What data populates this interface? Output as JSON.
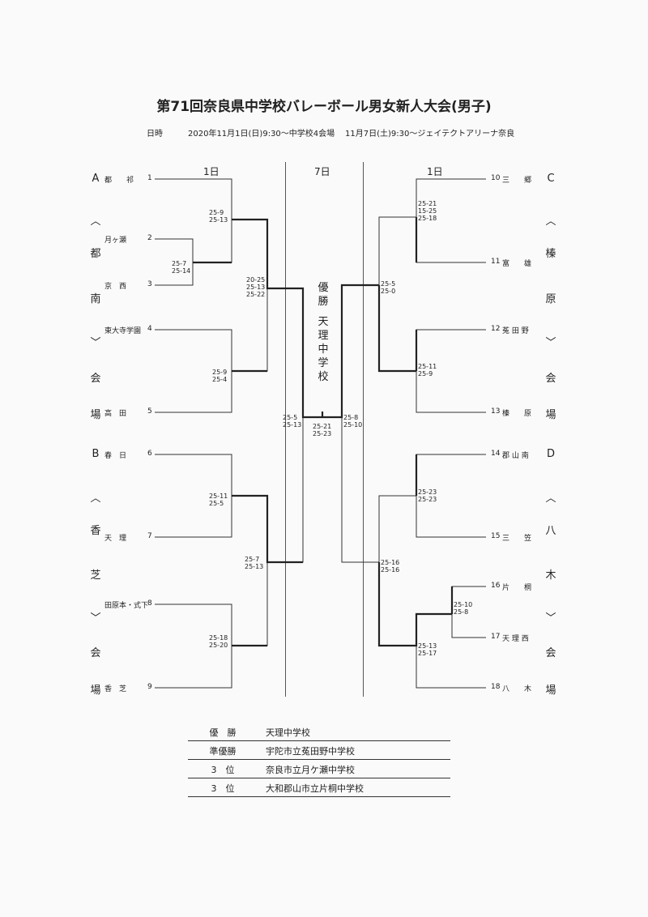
{
  "title": "第71回奈良県中学校バレーボール男女新人大会(男子)",
  "schedule": {
    "label": "日時",
    "day1": "2020年11月1日(日)9:30〜中学校4会場",
    "day7": "11月7日(土)9:30〜ジェイテクトアリーナ奈良"
  },
  "columns": {
    "left": "1日",
    "center": "7日",
    "right": "1日"
  },
  "zones": {
    "A": [
      "A",
      "︿",
      "都",
      "南",
      "﹀",
      "会",
      "場"
    ],
    "B": [
      "B",
      "︿",
      "香",
      "芝",
      "﹀",
      "会",
      "場"
    ],
    "C": [
      "C",
      "︿",
      "榛",
      "原",
      "﹀",
      "会",
      "場"
    ],
    "D": [
      "D",
      "︿",
      "八",
      "木",
      "﹀",
      "会",
      "場"
    ]
  },
  "teams_left": [
    {
      "name": "都　　祁",
      "no": "1"
    },
    {
      "name": "月ヶ瀬",
      "no": "2"
    },
    {
      "name": "京　西",
      "no": "3"
    },
    {
      "name": "東大寺学園",
      "no": "4"
    },
    {
      "name": "高　田",
      "no": "5"
    },
    {
      "name": "春　日",
      "no": "6"
    },
    {
      "name": "天　理",
      "no": "7"
    },
    {
      "name": "田原本・式下",
      "no": "8"
    },
    {
      "name": "香　芝",
      "no": "9"
    }
  ],
  "teams_right": [
    {
      "no": "10",
      "name": "三　　郷"
    },
    {
      "no": "11",
      "name": "富　　雄"
    },
    {
      "no": "12",
      "name": "菟 田 野"
    },
    {
      "no": "13",
      "name": "榛　　原"
    },
    {
      "no": "14",
      "name": "郡 山 南"
    },
    {
      "no": "15",
      "name": "三　　笠"
    },
    {
      "no": "16",
      "name": "片　　桐"
    },
    {
      "no": "17",
      "name": "天 理 西"
    },
    {
      "no": "18",
      "name": "八　　木"
    }
  ],
  "scores": {
    "a_2_3": "25-7\n25-14",
    "a_1_23": "25-9\n25-13",
    "a_4_5": "25-9\n25-4",
    "a_final": "20-25\n25-13\n25-22",
    "b_6_7": "25-11\n25-5",
    "b_8_9": "25-18\n25-20",
    "b_final": "25-7\n25-13",
    "c_10_11": "25-21\n15-25\n25-18",
    "c_12_13": "25-11\n25-9",
    "c_final": "25-5\n25-0",
    "d_14_15": "25-23\n25-23",
    "d_16_17": "25-10\n25-8",
    "d_1617_18": "25-13\n25-17",
    "d_final": "25-16\n25-16",
    "semi_left": "25-5\n25-13",
    "semi_right": "25-8\n25-10",
    "final": "25-21\n25-23"
  },
  "champion_vertical": [
    "優",
    "勝",
    "",
    "天",
    "理",
    "中",
    "学",
    "校"
  ],
  "results": [
    {
      "label": "優　勝",
      "school": "天理中学校"
    },
    {
      "label": "準優勝",
      "school": "宇陀市立菟田野中学校"
    },
    {
      "label": "3　位",
      "school": "奈良市立月ケ瀬中学校"
    },
    {
      "label": "3　位",
      "school": "大和郡山市立片桐中学校"
    }
  ]
}
